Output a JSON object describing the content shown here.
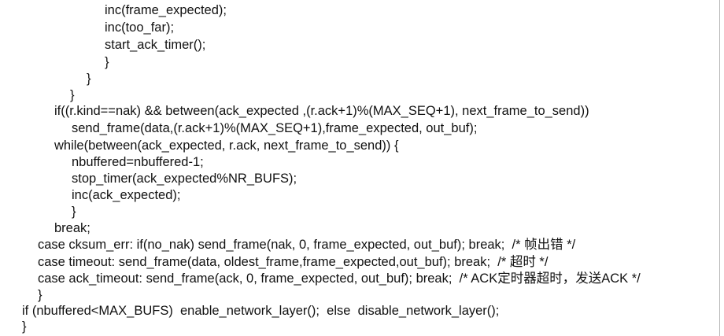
{
  "code_lines": [
    "inc(frame_expected);",
    "inc(too_far);",
    "start_ack_timer();",
    "}",
    "}",
    "}",
    "if((r.kind==nak) && between(ack_expected ,(r.ack+1)%(MAX_SEQ+1), next_frame_to_send))",
    "send_frame(data,(r.ack+1)%(MAX_SEQ+1),frame_expected, out_buf);",
    "while(between(ack_expected, r.ack, next_frame_to_send)) {",
    "nbuffered=nbuffered-1;",
    "stop_timer(ack_expected%NR_BUFS);",
    "inc(ack_expected);",
    "}",
    "break;",
    "case cksum_err: if(no_nak) send_frame(nak, 0, frame_expected, out_buf); break;  /* 帧出错 */",
    "case timeout: send_frame(data, oldest_frame,frame_expected,out_buf); break;  /* 超时 */",
    "case ack_timeout: send_frame(ack, 0, frame_expected, out_buf); break;  /* ACK定时器超时，发送ACK */",
    "}",
    "if (nbuffered<MAX_BUFS)  enable_network_layer();  else  disable_network_layer();",
    "}"
  ]
}
